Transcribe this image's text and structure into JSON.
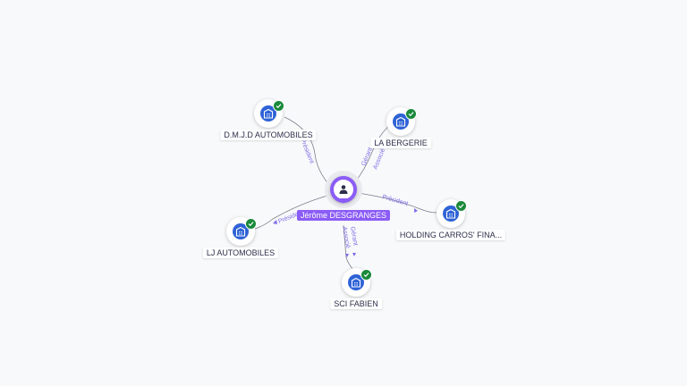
{
  "person": {
    "name": "Jérôme DESGRANGES",
    "icon": "user-icon",
    "color": "#8b5cf6"
  },
  "companies": [
    {
      "id": "dmjd",
      "name": "D.M.J.D AUTOMOBILES",
      "icon": "building-icon",
      "verified": true
    },
    {
      "id": "bergerie",
      "name": "LA BERGERIE",
      "icon": "building-icon",
      "verified": true
    },
    {
      "id": "holding",
      "name": "HOLDING CARROS' FINA...",
      "icon": "building-icon",
      "verified": true
    },
    {
      "id": "lj",
      "name": "LJ AUTOMOBILES",
      "icon": "building-icon",
      "verified": true
    },
    {
      "id": "sci",
      "name": "SCI FABIEN",
      "icon": "building-icon",
      "verified": true
    }
  ],
  "relations": [
    {
      "to": "dmjd",
      "lines": [
        "Président"
      ]
    },
    {
      "to": "bergerie",
      "lines": [
        "Gérant",
        "Associé"
      ]
    },
    {
      "to": "holding",
      "lines": [
        "Président"
      ]
    },
    {
      "to": "lj",
      "lines": [
        "Président"
      ]
    },
    {
      "to": "sci",
      "lines": [
        "Gérant",
        "Associé"
      ]
    }
  ],
  "colors": {
    "company_icon": "#2f63d6",
    "verified_badge": "#1a8a3a",
    "edge_label": "#7b6ee6",
    "edge_line": "#7d7d8a"
  }
}
